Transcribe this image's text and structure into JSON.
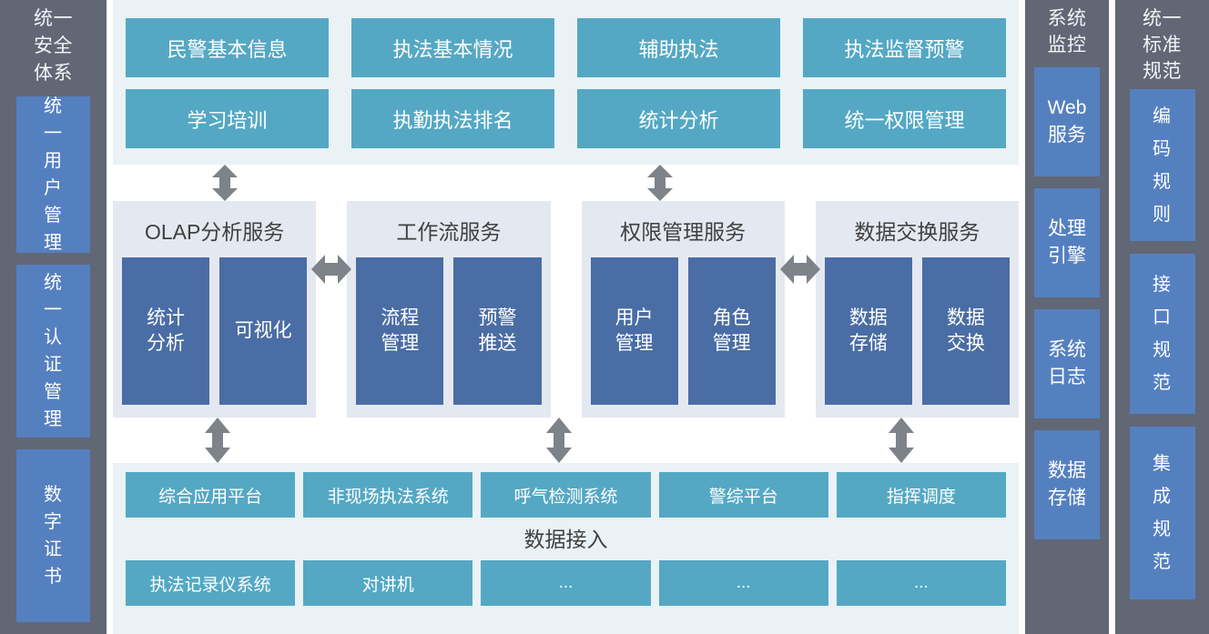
{
  "diagram": {
    "colors": {
      "sidebar_gray": "#616775",
      "sidebar_blue": "#5580c0",
      "app_teal": "#54a8c4",
      "service_panel": "#e4e8f0",
      "service_blue": "#4a6da5",
      "app_panel_bg": "#eaf2f5",
      "arrow_gray": "#7d8388"
    },
    "left_column": {
      "title": "统一安全体系",
      "items": [
        {
          "label": "统一用户管理"
        },
        {
          "label": "统一认证管理"
        },
        {
          "label": "数字证书"
        }
      ]
    },
    "application_layer": {
      "rows": [
        [
          {
            "label": "民警基本信息"
          },
          {
            "label": "执法基本情况"
          },
          {
            "label": "辅助执法"
          },
          {
            "label": "执法监督预警"
          }
        ],
        [
          {
            "label": "学习培训"
          },
          {
            "label": "执勤执法排名"
          },
          {
            "label": "统计分析"
          },
          {
            "label": "统一权限管理"
          }
        ]
      ]
    },
    "service_layer": {
      "panels": [
        {
          "title": "OLAP分析服务",
          "modules": [
            {
              "label": "统计\n分析"
            },
            {
              "label": "可视化"
            }
          ]
        },
        {
          "title": "工作流服务",
          "modules": [
            {
              "label": "流程\n管理"
            },
            {
              "label": "预警\n推送"
            }
          ]
        },
        {
          "title": "权限管理服务",
          "modules": [
            {
              "label": "用户\n管理"
            },
            {
              "label": "角色\n管理"
            }
          ]
        },
        {
          "title": "数据交换服务",
          "modules": [
            {
              "label": "数据\n存储"
            },
            {
              "label": "数据\n交换"
            }
          ]
        }
      ]
    },
    "data_layer": {
      "center_label": "数据接入",
      "top_row": [
        {
          "label": "综合应用平台"
        },
        {
          "label": "非现场执法系统"
        },
        {
          "label": "呼气检测系统"
        },
        {
          "label": "警综平台"
        },
        {
          "label": "指挥调度"
        }
      ],
      "bottom_row": [
        {
          "label": "执法记录仪系统"
        },
        {
          "label": "对讲机"
        },
        {
          "label": "..."
        },
        {
          "label": "..."
        },
        {
          "label": "..."
        }
      ]
    },
    "mid_right_column": {
      "title": "系统监控",
      "items": [
        {
          "label": "Web\n服务"
        },
        {
          "label": "处理\n引擎"
        },
        {
          "label": "系统\n日志"
        },
        {
          "label": "数据\n存储"
        }
      ]
    },
    "far_right_column": {
      "title": "统一标准规范",
      "items": [
        {
          "label": "编码规则"
        },
        {
          "label": "接口规范"
        },
        {
          "label": "集成规范"
        }
      ]
    }
  }
}
